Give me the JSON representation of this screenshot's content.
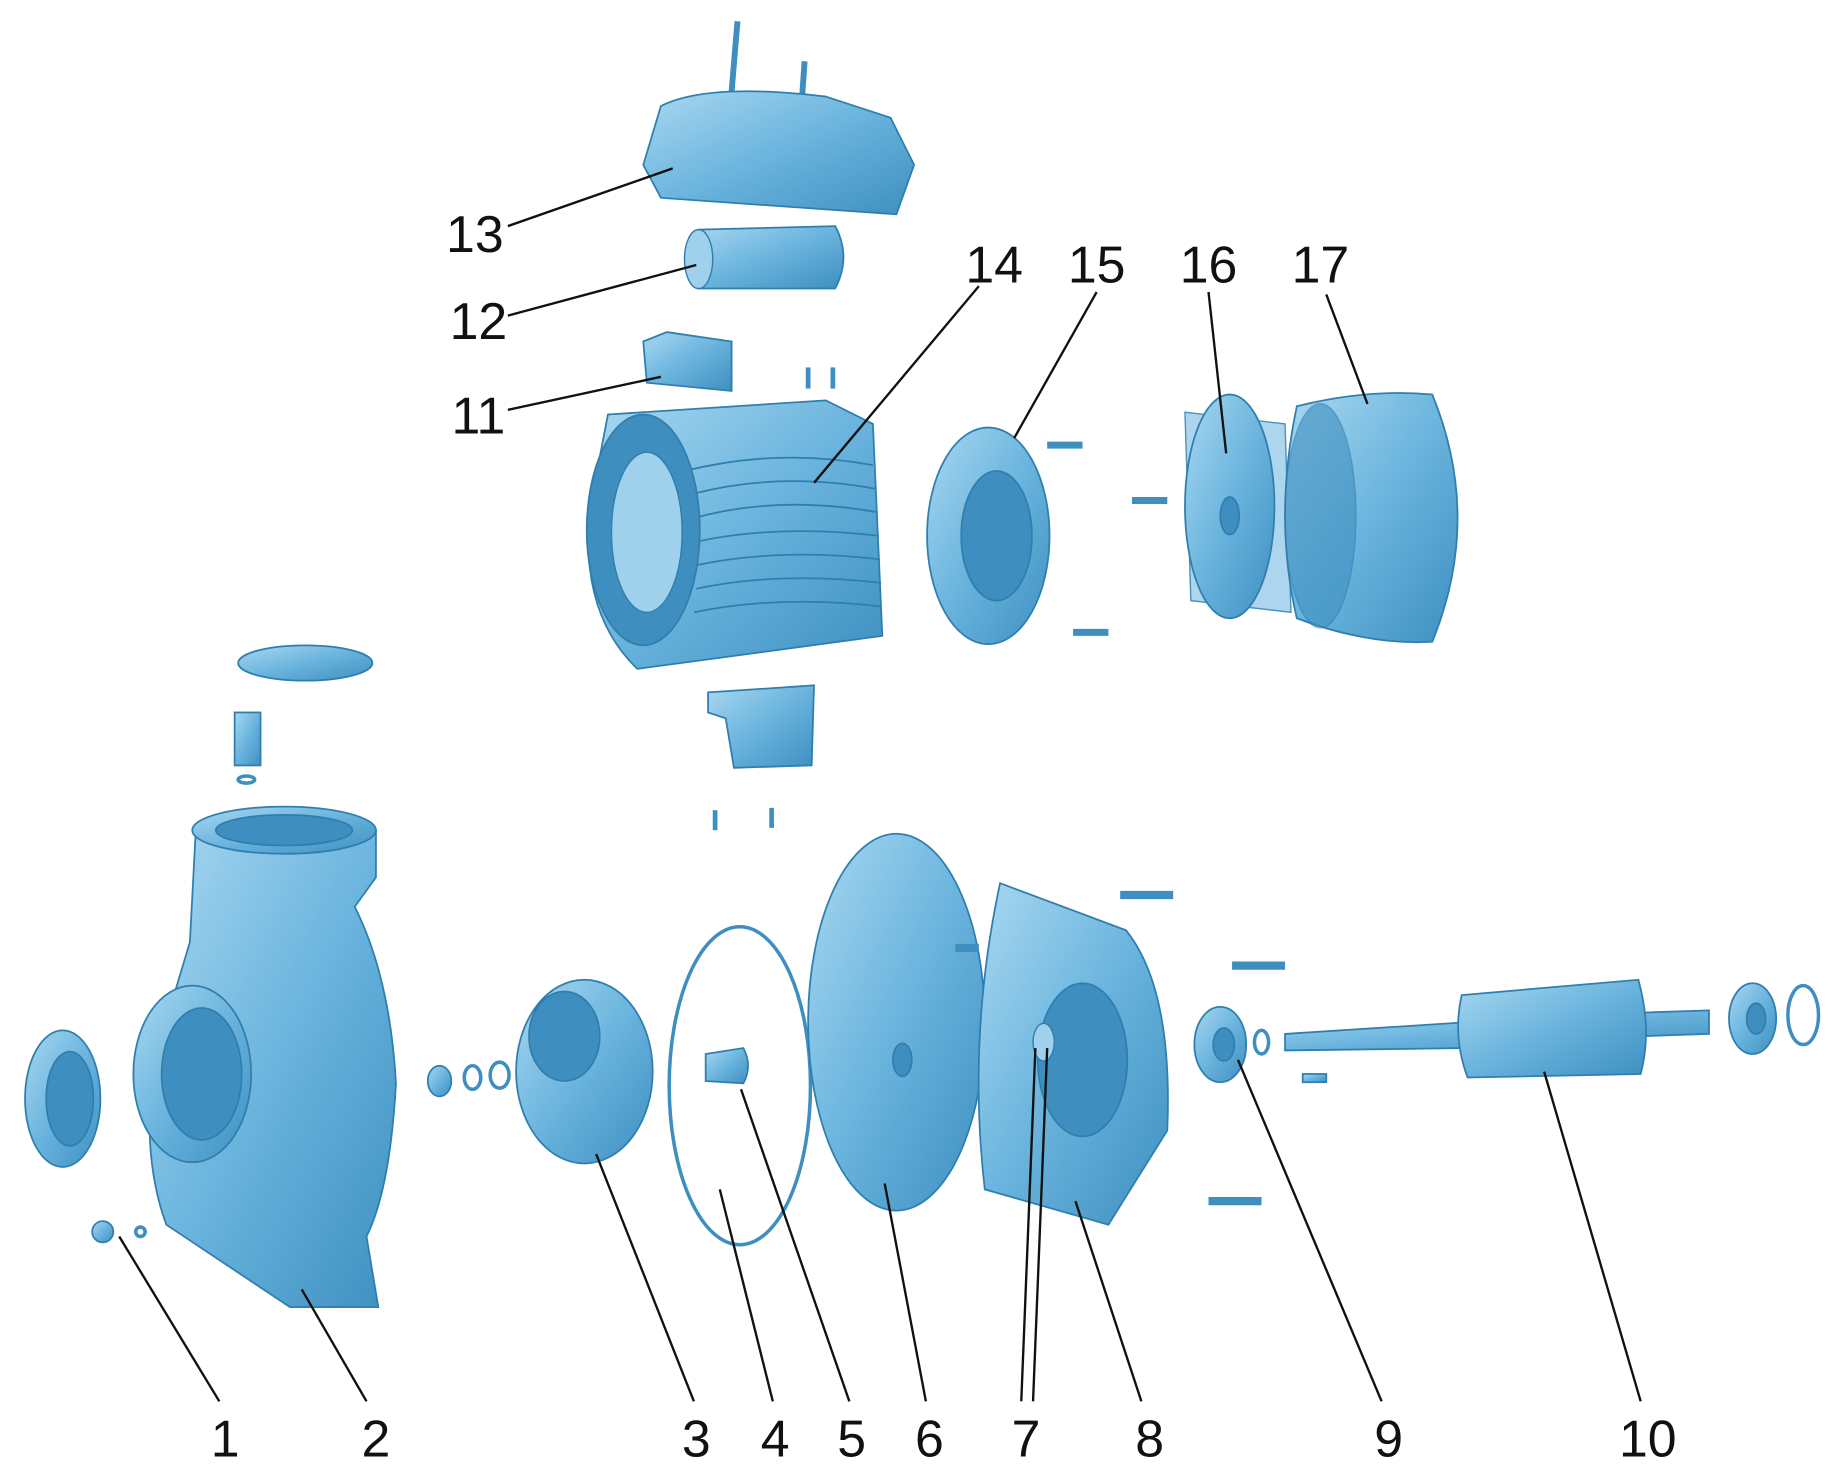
{
  "diagram": {
    "type": "exploded-view",
    "colors": {
      "part_fill": "#6ab4de",
      "part_shade": "#3e8fc0",
      "label": "#111111"
    },
    "labels": [
      "1",
      "2",
      "3",
      "4",
      "5",
      "6",
      "7",
      "8",
      "9",
      "10",
      "11",
      "12",
      "13",
      "14",
      "15",
      "16",
      "17"
    ]
  }
}
